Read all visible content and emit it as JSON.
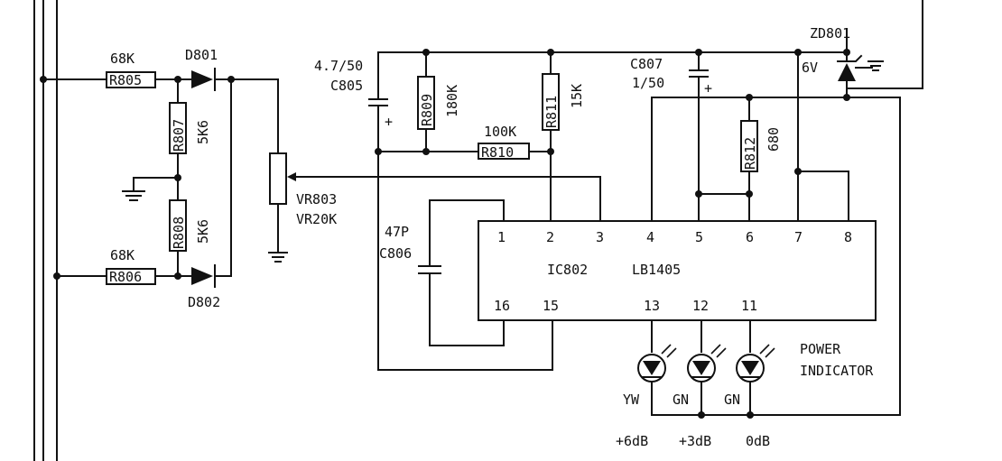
{
  "labels": {
    "r805_value": "68K",
    "r805": "R805",
    "r806_value": "68K",
    "r806": "R806",
    "d801": "D801",
    "d802": "D802",
    "r807": "R807",
    "r807_value": "5K6",
    "r808": "R808",
    "r808_value": "5K6",
    "vr803": "VR803",
    "vr803_value": "VR20K",
    "c805_value": "4.7/50",
    "c805": "C805",
    "r809": "R809",
    "r809_value": "180K",
    "r811": "R811",
    "r811_value": "15K",
    "r810_value": "100K",
    "r810": "R810",
    "c806_value": "47P",
    "c806": "C806",
    "c807": "C807",
    "c807_value": "1/50",
    "r812": "R812",
    "r812_value": "680",
    "zd801": "ZD801",
    "zd801_value": "6V",
    "ic_ref": "IC802",
    "ic_part": "LB1405",
    "led_yw": "YW",
    "led_gn1": "GN",
    "led_gn2": "GN",
    "db_6": "+6dB",
    "db_3": "+3dB",
    "db_0": "0dB",
    "power_indicator_1": "POWER",
    "power_indicator_2": "INDICATOR",
    "plus": "+"
  },
  "ic_pins_top": [
    "1",
    "2",
    "3",
    "4",
    "5",
    "6",
    "7",
    "8"
  ],
  "ic_pins_bottom": [
    "16",
    "15",
    "13",
    "12",
    "11"
  ]
}
